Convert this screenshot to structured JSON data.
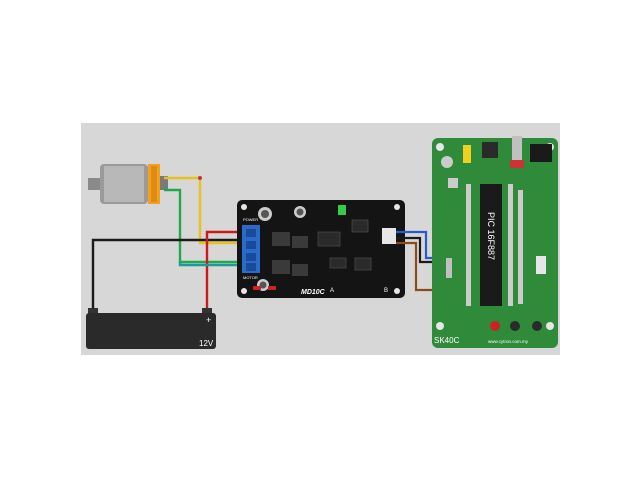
{
  "diagram": {
    "motor_driver": {
      "name": "MD10C",
      "labels": {
        "power": "POWER",
        "motor": "MOTOR",
        "a": "A",
        "b": "B"
      }
    },
    "controller": {
      "name": "SK40C",
      "chip": "PIC 16F887",
      "website": "www.cytron.com.my"
    },
    "battery": {
      "voltage": "12V",
      "plus": "+",
      "minus": "-"
    },
    "wire_colors": {
      "black": "#1a1a1a",
      "red": "#cc1a1a",
      "yellow": "#e6c21a",
      "green": "#22a84a",
      "teal": "#1a9a9a",
      "blue": "#2a5ad0",
      "brown": "#8a4a1a"
    }
  }
}
